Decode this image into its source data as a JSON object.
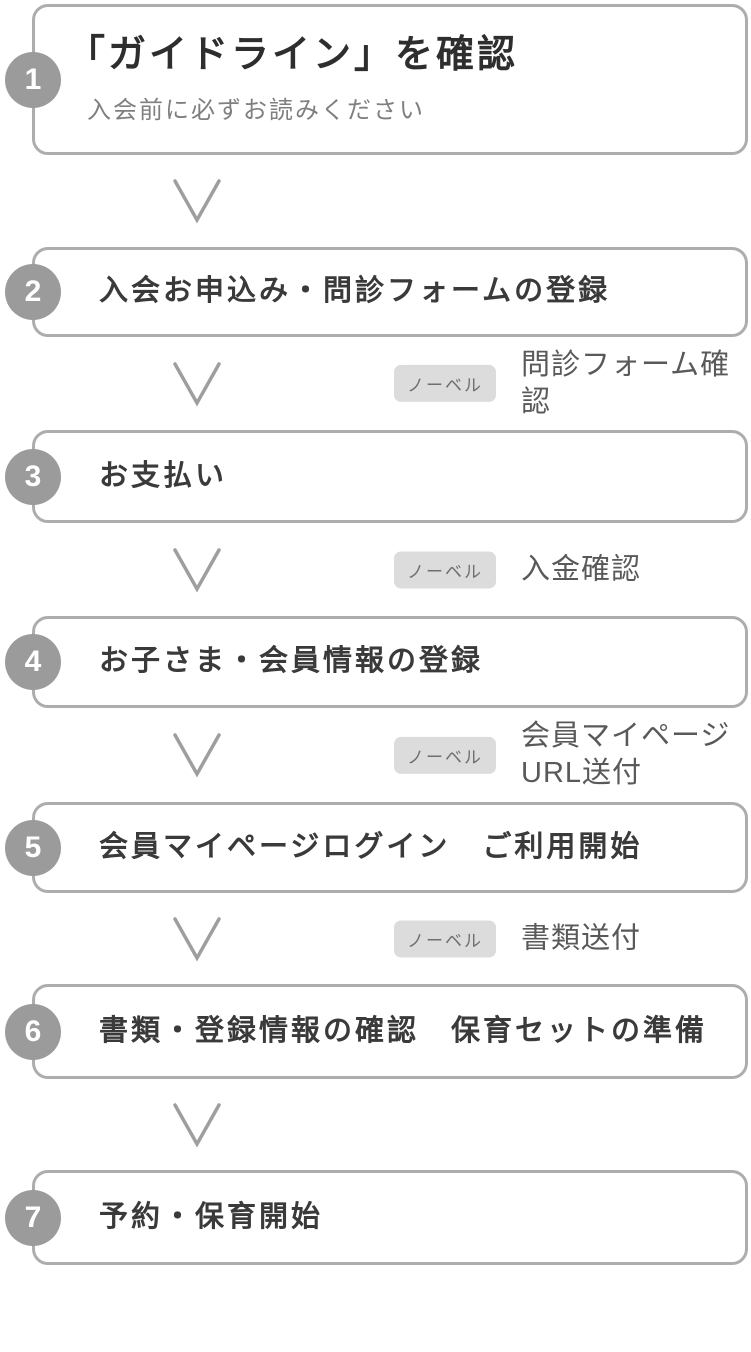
{
  "colors": {
    "box_border": "#adadad",
    "number_circle": "#9b9b9b",
    "chevron": "#9e9e9e",
    "badge_background": "#dcdcdc",
    "badge_text": "#6f6f6f",
    "title_text": "#3a3a3a",
    "subtitle_text": "#7f7f7f",
    "note_text": "#595959"
  },
  "icons": {
    "connector": "chevron-down-icon"
  },
  "steps": [
    {
      "number": "1",
      "title": "「ガイドライン」を確認",
      "subtitle": "入会前に必ずお読みください"
    },
    {
      "number": "2",
      "title": "入会お申込み・問診フォームの登録"
    },
    {
      "number": "3",
      "title": "お支払い"
    },
    {
      "number": "4",
      "title": "お子さま・会員情報の登録"
    },
    {
      "number": "5",
      "title": "会員マイページログイン　ご利用開始"
    },
    {
      "number": "6",
      "title": "書類・登録情報の確認　保育セットの準備"
    },
    {
      "number": "7",
      "title": "予約・保育開始"
    }
  ],
  "connectors": [
    {},
    {
      "badge": "ノーベル",
      "label": "問診フォーム確認"
    },
    {
      "badge": "ノーベル",
      "label": "入金確認"
    },
    {
      "badge": "ノーベル",
      "label": "会員マイページ\nURL送付"
    },
    {
      "badge": "ノーベル",
      "label": "書類送付"
    },
    {}
  ]
}
